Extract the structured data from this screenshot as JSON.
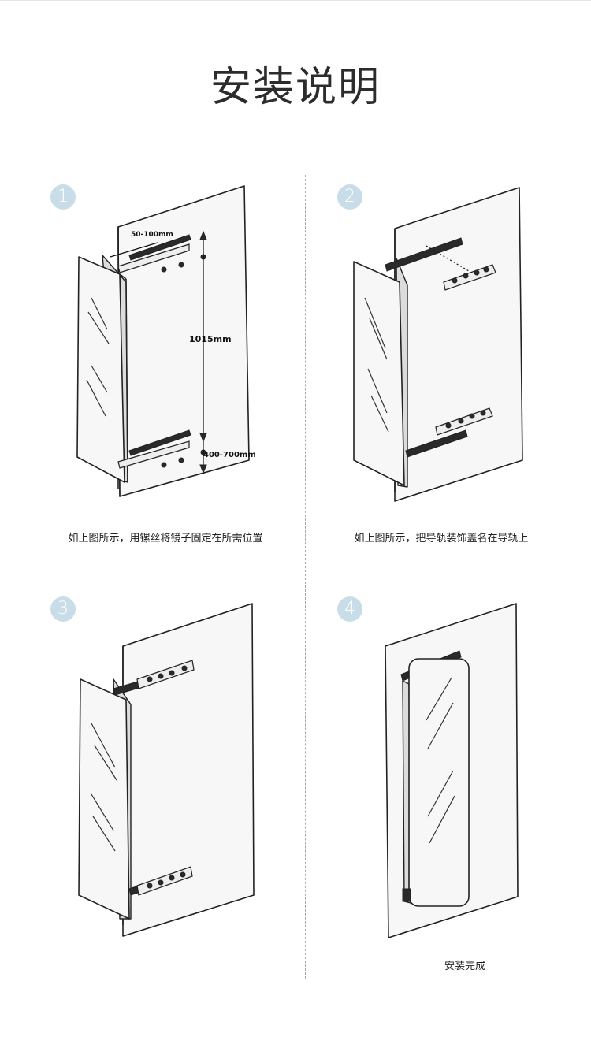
{
  "title": "安装说明",
  "steps": [
    {
      "number": "1",
      "caption": "如上图所示，用镙丝将镜子固定在所需位置",
      "dims": {
        "offset": "50-100mm",
        "height": "1015mm",
        "bottom": "400-700mm"
      }
    },
    {
      "number": "2",
      "caption": "如上图所示，把导轨装饰盖名在导轨上"
    },
    {
      "number": "3",
      "caption": ""
    },
    {
      "number": "4",
      "caption": "安装完成"
    }
  ]
}
